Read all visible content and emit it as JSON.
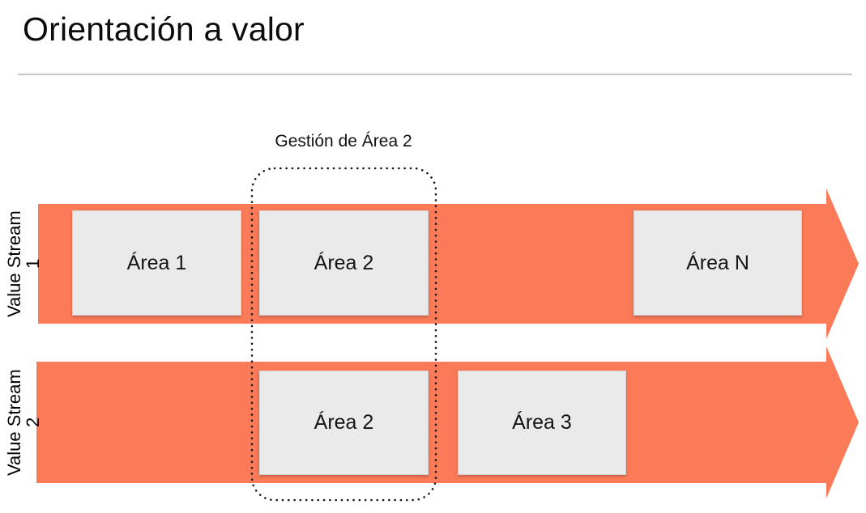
{
  "slide": {
    "title": "Orientación a valor"
  },
  "annotation": {
    "label": "Gestión de Área 2"
  },
  "streams": [
    {
      "label": "Value Stream",
      "number": "1",
      "areas": [
        "Área 1",
        "Área 2",
        "Área N"
      ]
    },
    {
      "label": "Value Stream",
      "number": "2",
      "areas": [
        "Área 2",
        "Área 3"
      ]
    }
  ],
  "colors": {
    "arrow": "#FB7A58",
    "area_box_fill": "#EAEAEA",
    "dotted_outline": "#1B1B1B",
    "divider": "#B9B9B9",
    "text": "#000000"
  }
}
